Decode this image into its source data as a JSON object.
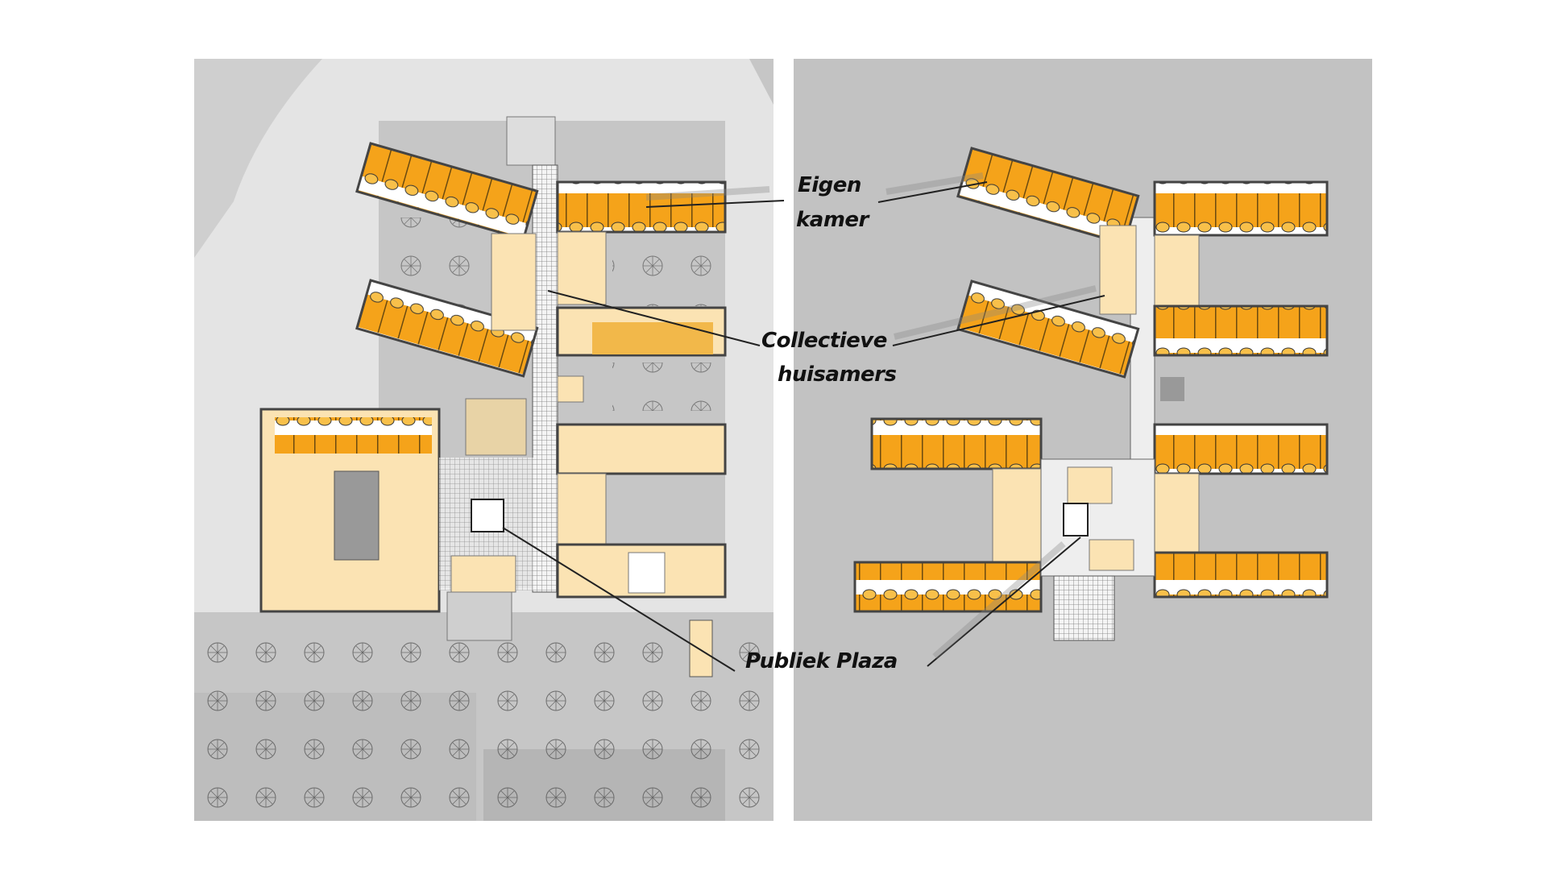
{
  "labels": {
    "own_room": [
      "Eigen",
      "kamer"
    ],
    "collective_living_rooms": [
      "Collectieve",
      "huisamers"
    ],
    "public_plaza": "Publiek Plaza"
  },
  "colors": {
    "private_room": "#f5a31a",
    "collective_space": "#fbe3b3",
    "site_background": "#e4e4e4",
    "ground_floor_ground": "#c4c4c4",
    "upper_floor_background": "#c2c2c2"
  }
}
